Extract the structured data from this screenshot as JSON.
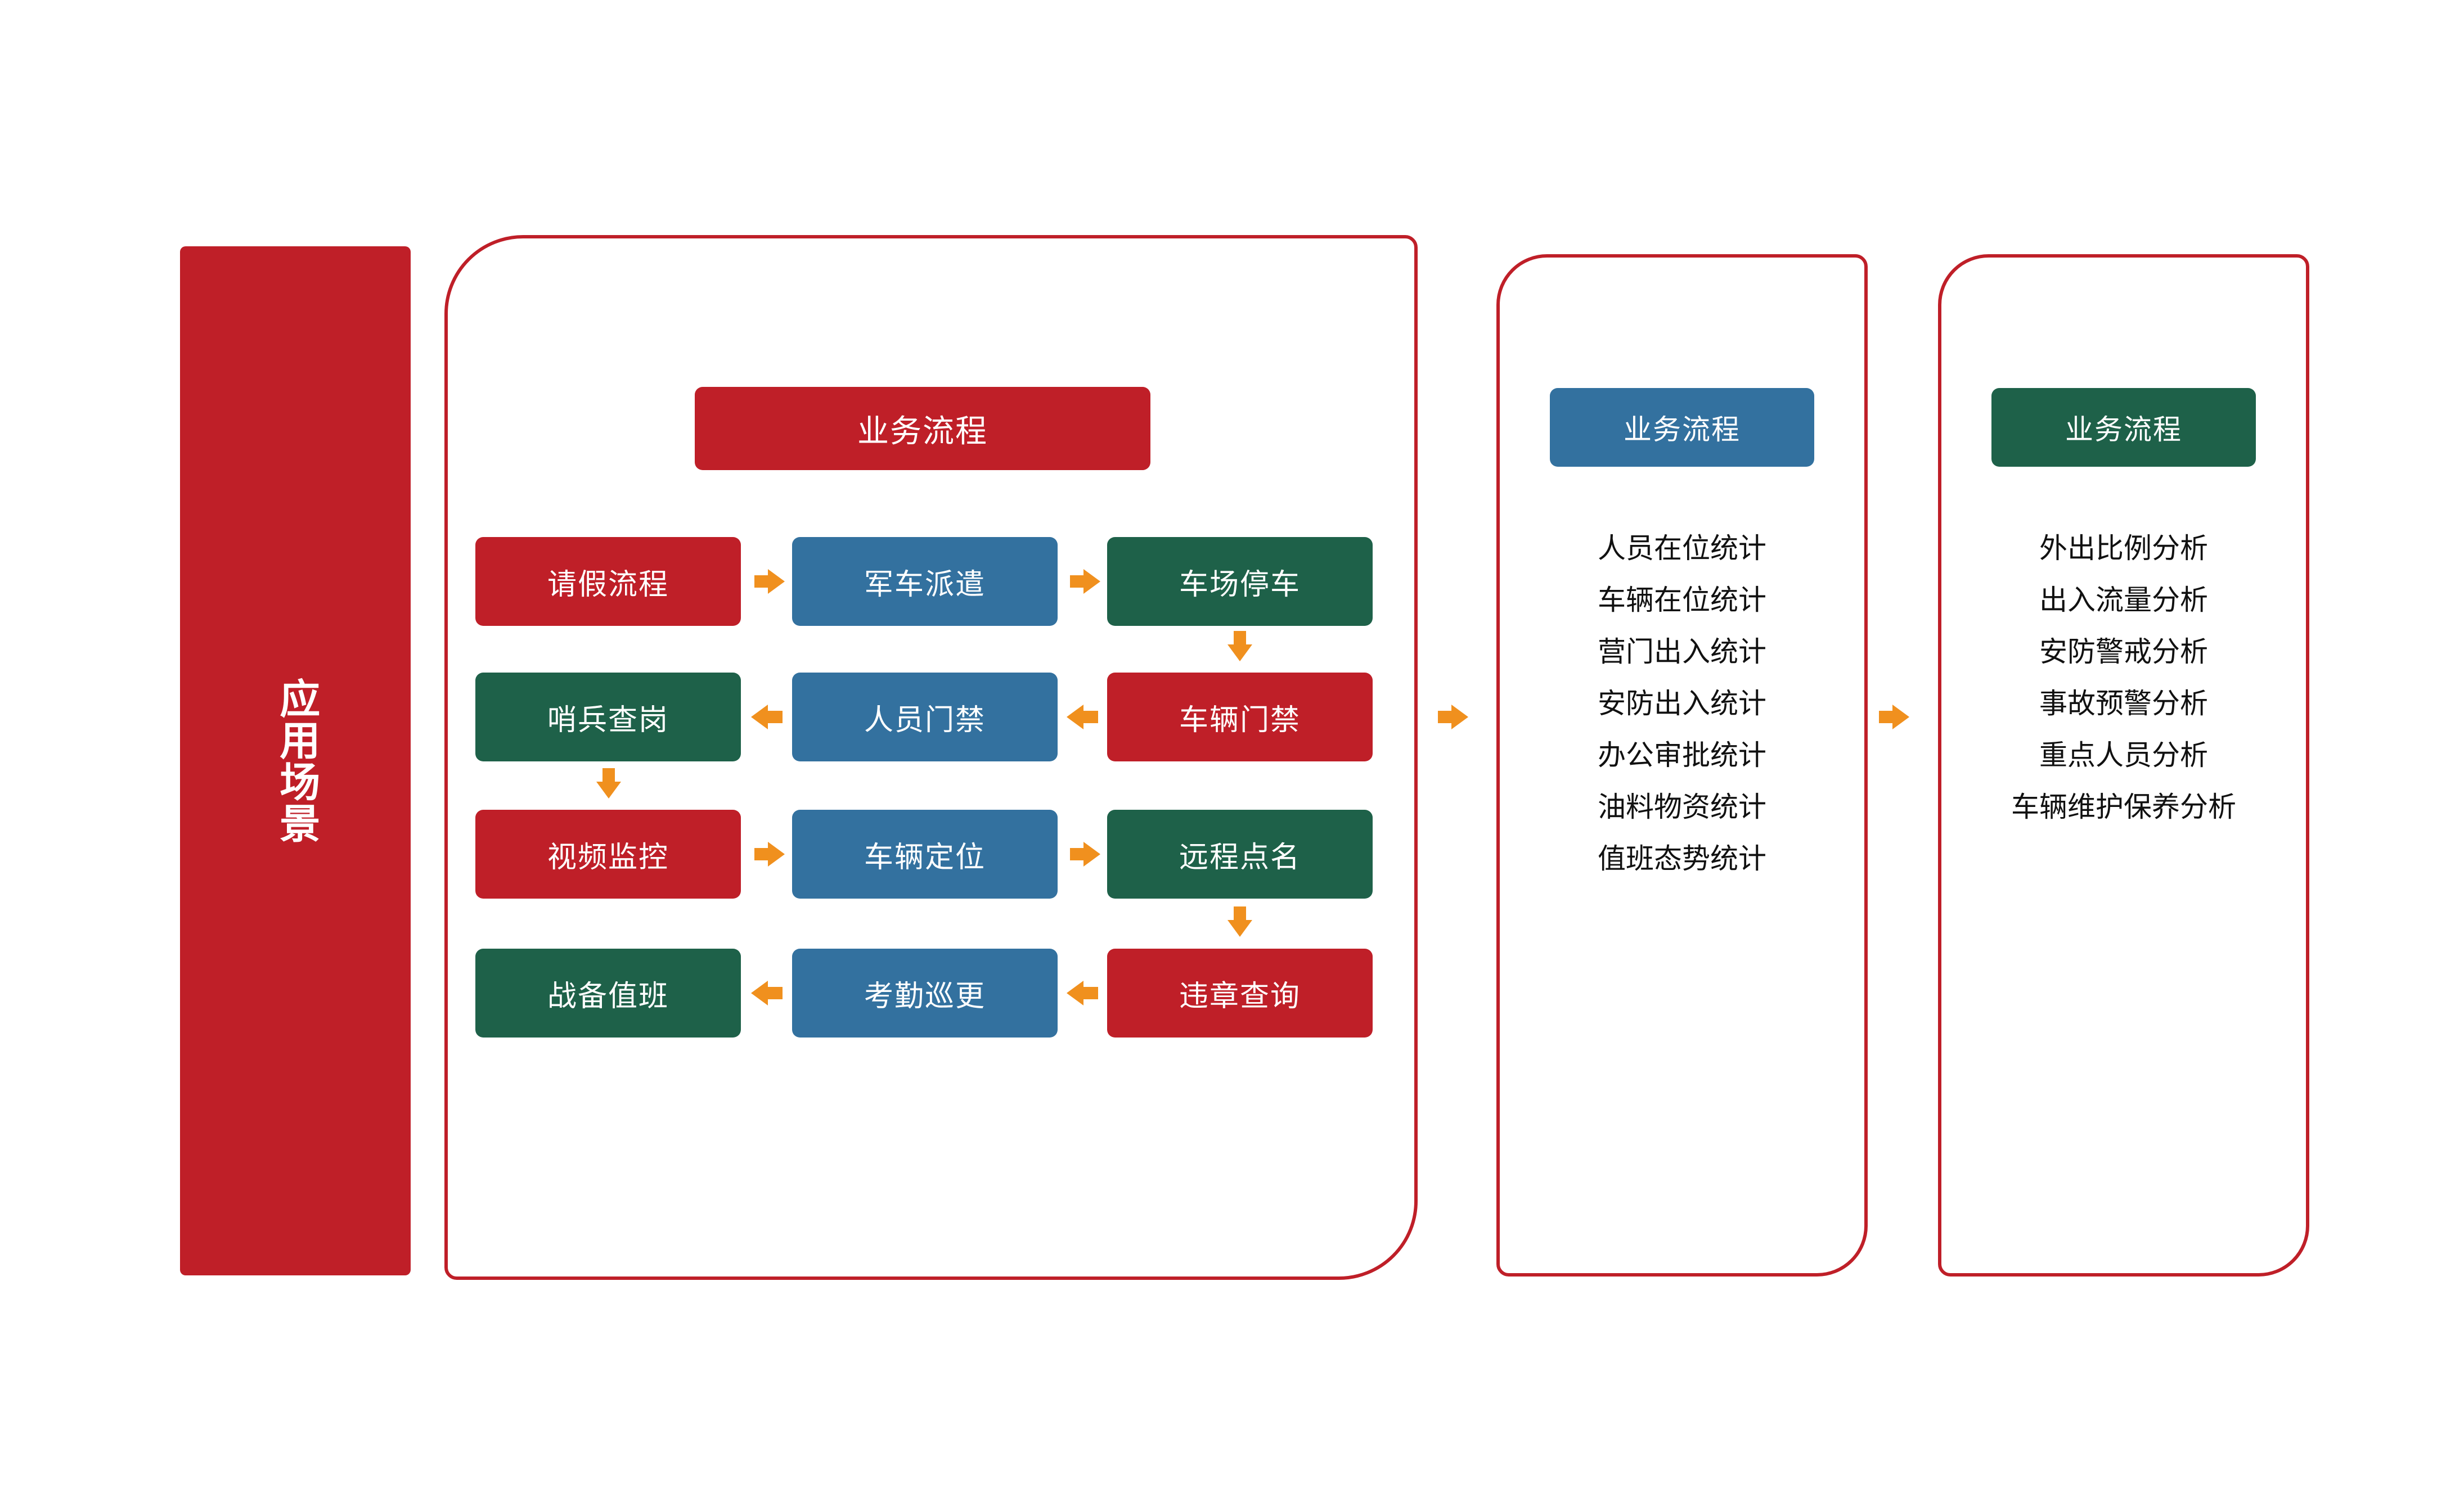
{
  "banner": {
    "label": "应用场景",
    "color": "#bf1f28"
  },
  "colors": {
    "red": "#bf1f28",
    "blue": "#33719f",
    "green": "#1e6149",
    "arrow_orange": "#f0901e",
    "panel_border": "#bf1f28",
    "text_dark": "#111111",
    "text_light": "#ffffff"
  },
  "panel_flow": {
    "header": "业务流程",
    "rows": [
      [
        {
          "label": "请假流程",
          "color": "red"
        },
        {
          "label": "军车派遣",
          "color": "blue"
        },
        {
          "label": "车场停车",
          "color": "green"
        }
      ],
      [
        {
          "label": "哨兵查岗",
          "color": "green"
        },
        {
          "label": "人员门禁",
          "color": "blue"
        },
        {
          "label": "车辆门禁",
          "color": "red"
        }
      ],
      [
        {
          "label": "视频监控",
          "color": "red"
        },
        {
          "label": "车辆定位",
          "color": "blue"
        },
        {
          "label": "远程点名",
          "color": "green"
        }
      ],
      [
        {
          "label": "战备值班",
          "color": "green"
        },
        {
          "label": "考勤巡更",
          "color": "blue"
        },
        {
          "label": "违章查询",
          "color": "red"
        }
      ]
    ],
    "arrows": [
      {
        "name": "arrow-qingjia-to-junche",
        "direction": "right"
      },
      {
        "name": "arrow-junche-to-chechang",
        "direction": "right"
      },
      {
        "name": "arrow-chechang-to-cheliangmenjin",
        "direction": "down"
      },
      {
        "name": "arrow-cheliangmenjin-to-renyuanmenjin",
        "direction": "left"
      },
      {
        "name": "arrow-renyuanmenjin-to-shaobing",
        "direction": "left"
      },
      {
        "name": "arrow-shaobing-to-shipin",
        "direction": "down"
      },
      {
        "name": "arrow-shipin-to-cheliangdingwei",
        "direction": "right"
      },
      {
        "name": "arrow-cheliangdingwei-to-yuancheng",
        "direction": "right"
      },
      {
        "name": "arrow-yuancheng-to-weizhang",
        "direction": "down"
      },
      {
        "name": "arrow-weizhang-to-kaoqin",
        "direction": "left"
      },
      {
        "name": "arrow-kaoqin-to-zhanbei",
        "direction": "left"
      }
    ]
  },
  "panel_stats": {
    "header": "业务流程",
    "header_color": "blue",
    "items": [
      "人员在位统计",
      "车辆在位统计",
      "营门出入统计",
      "安防出入统计",
      "办公审批统计",
      "油料物资统计",
      "值班态势统计"
    ]
  },
  "panel_analysis": {
    "header": "业务流程",
    "header_color": "green",
    "items": [
      "外出比例分析",
      "出入流量分析",
      "安防警戒分析",
      "事故预警分析",
      "重点人员分析",
      "车辆维护保养分析"
    ]
  },
  "connector_arrows": [
    {
      "name": "arrow-flow-to-stats",
      "direction": "right"
    },
    {
      "name": "arrow-stats-to-analysis",
      "direction": "right"
    }
  ]
}
